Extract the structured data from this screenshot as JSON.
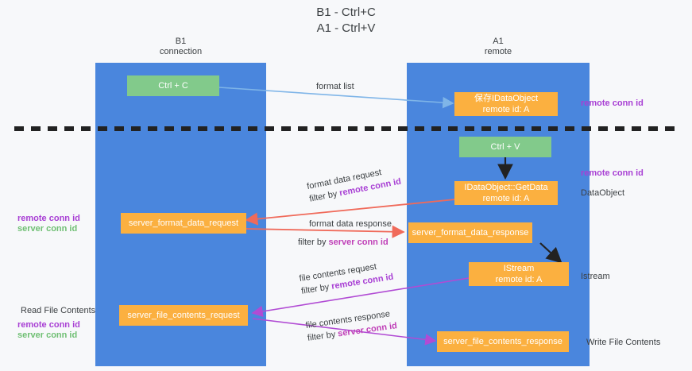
{
  "diagram": {
    "title_line1": "B1 - Ctrl+C",
    "title_line2": "A1 - Ctrl+V",
    "lanes": [
      {
        "name": "B1",
        "sub": "connection"
      },
      {
        "name": "A1",
        "sub": "remote"
      }
    ],
    "colors": {
      "lane": "#4a86dd",
      "green_box": "#82ca8b",
      "orange_box": "#fbb040",
      "remote_conn_id": "#a83fd4",
      "server_conn_id": "#6fbf73",
      "divider": "#222222",
      "arrow_format_list": "#7fb5e8",
      "arrow_red": "#f06a5a",
      "arrow_purple": "#b14bd4",
      "arrow_black": "#222222",
      "background": "#f7f8fa"
    },
    "boxes": {
      "ctrl_c": "Ctrl + C",
      "ctrl_v": "Ctrl + V",
      "idataobject_title": "保存IDataObject",
      "idataobject_sub": "remote id: A",
      "getdata_title": "IDataObject::GetData",
      "getdata_sub": "remote id: A",
      "istream_title": "IStream",
      "istream_sub": "remote id: A",
      "server_format_data_request": "server_format_data_request",
      "server_format_data_response": "server_format_data_response",
      "server_file_contents_request": "server_file_contents_request",
      "server_file_contents_response": "server_file_contents_response"
    },
    "edge_labels": {
      "format_list": "format list",
      "format_data_request": "format data request",
      "format_data_request_filter_prefix": "filter by ",
      "format_data_request_filter_key": "remote conn id",
      "format_data_response": "format data response",
      "format_data_response_filter_prefix": "filter by ",
      "format_data_response_filter_key": "server conn id",
      "file_contents_request": "file contents request",
      "file_contents_request_filter_prefix": "filter by ",
      "file_contents_request_filter_key": "remote conn id",
      "file_contents_response": "file contents response",
      "file_contents_response_filter_prefix": "filter by ",
      "file_contents_response_filter_key": "server conn id"
    },
    "right_annotations": [
      {
        "text": "remote conn id",
        "kind": "key"
      },
      {
        "text": "remote conn id",
        "kind": "key"
      },
      {
        "text": "DataObject",
        "kind": "plain"
      },
      {
        "text": "Istream",
        "kind": "plain"
      },
      {
        "text": "Write File Contents",
        "kind": "plain"
      }
    ],
    "left_annotations": {
      "mid_remote": "remote conn id",
      "mid_server": "server conn id",
      "read_file_contents": "Read File Contents",
      "low_remote": "remote conn id",
      "low_server": "server conn id"
    }
  }
}
